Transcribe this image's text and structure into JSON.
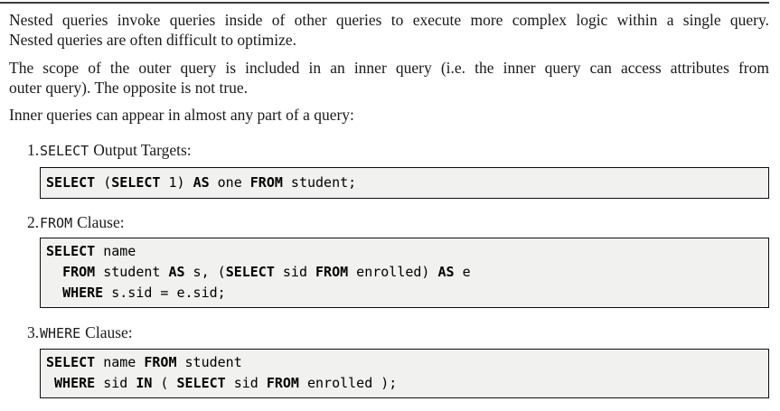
{
  "colors": {
    "text_color": "#1a1a1a",
    "code_background": "#f1f1ef",
    "code_border": "#0d0d0d",
    "rule_color": "#3c3c3c"
  },
  "paragraphs": [
    {
      "lines": [
        "Nested queries invoke queries inside of other queries to execute more complex logic within a single query.",
        "Nested queries are often difficult to optimize."
      ]
    },
    {
      "lines": [
        "The scope of the outer query is included in an inner query (i.e. the inner query can access attributes from",
        "outer query). The opposite is not true."
      ]
    },
    {
      "lines": [
        "Inner queries can appear in almost any part of a query:"
      ]
    }
  ],
  "list": {
    "items": [
      {
        "number": "1.",
        "keyword": "SELECT",
        "label_rest": "Output Targets:",
        "code": [
          [
            {
              "t": "SELECT",
              "b": true
            },
            {
              "t": " ("
            },
            {
              "t": "SELECT",
              "b": true
            },
            {
              "t": " 1) "
            },
            {
              "t": "AS",
              "b": true
            },
            {
              "t": " one "
            },
            {
              "t": "FROM",
              "b": true
            },
            {
              "t": " student;"
            }
          ]
        ]
      },
      {
        "number": "2.",
        "keyword": "FROM",
        "label_rest": "Clause:",
        "code": [
          [
            {
              "t": "SELECT",
              "b": true
            },
            {
              "t": " name"
            }
          ],
          [
            {
              "t": "  "
            },
            {
              "t": "FROM",
              "b": true
            },
            {
              "t": " student "
            },
            {
              "t": "AS",
              "b": true
            },
            {
              "t": " s, ("
            },
            {
              "t": "SELECT",
              "b": true
            },
            {
              "t": " sid "
            },
            {
              "t": "FROM",
              "b": true
            },
            {
              "t": " enrolled) "
            },
            {
              "t": "AS",
              "b": true
            },
            {
              "t": " e"
            }
          ],
          [
            {
              "t": "  "
            },
            {
              "t": "WHERE",
              "b": true
            },
            {
              "t": " s.sid = e.sid;"
            }
          ]
        ]
      },
      {
        "number": "3.",
        "keyword": "WHERE",
        "label_rest": "Clause:",
        "code": [
          [
            {
              "t": "SELECT",
              "b": true
            },
            {
              "t": " name "
            },
            {
              "t": "FROM",
              "b": true
            },
            {
              "t": " student"
            }
          ],
          [
            {
              "t": " "
            },
            {
              "t": "WHERE",
              "b": true
            },
            {
              "t": " sid "
            },
            {
              "t": "IN",
              "b": true
            },
            {
              "t": " ( "
            },
            {
              "t": "SELECT",
              "b": true
            },
            {
              "t": " sid "
            },
            {
              "t": "FROM",
              "b": true
            },
            {
              "t": " enrolled );"
            }
          ]
        ]
      }
    ]
  }
}
